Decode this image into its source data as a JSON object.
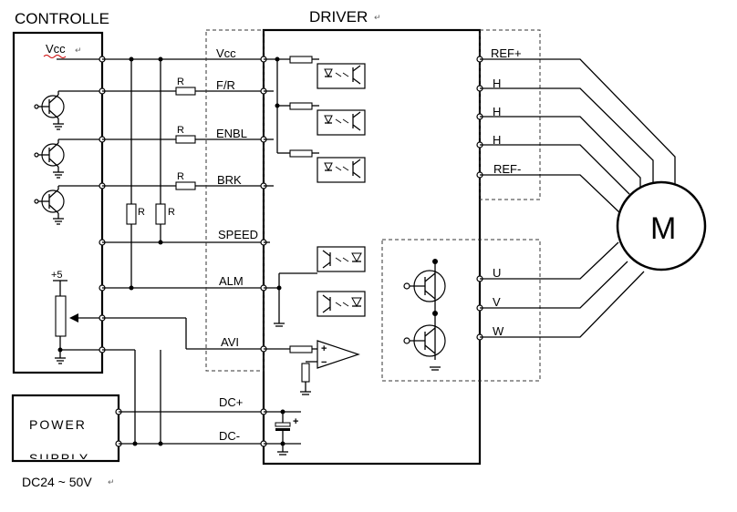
{
  "controller": {
    "title": "CONTROLLE",
    "vcc": "Vcc",
    "plus5": "+5"
  },
  "driver": {
    "title": "DRIVER"
  },
  "power": {
    "line1": "POWER",
    "line2": "SUPPLY",
    "voltage": "DC24 ~ 50V"
  },
  "resistor_label": "R",
  "return_mark": "↵",
  "driver_pins_left": [
    "Vcc",
    "F/R",
    "ENBL",
    "BRK",
    "SPEED",
    "ALM",
    "AVI",
    "DC+",
    "DC-"
  ],
  "driver_pins_right": [
    "REF+",
    "H",
    "H",
    "H",
    "REF-",
    "U",
    "V",
    "W"
  ],
  "motor": {
    "label": "M"
  }
}
